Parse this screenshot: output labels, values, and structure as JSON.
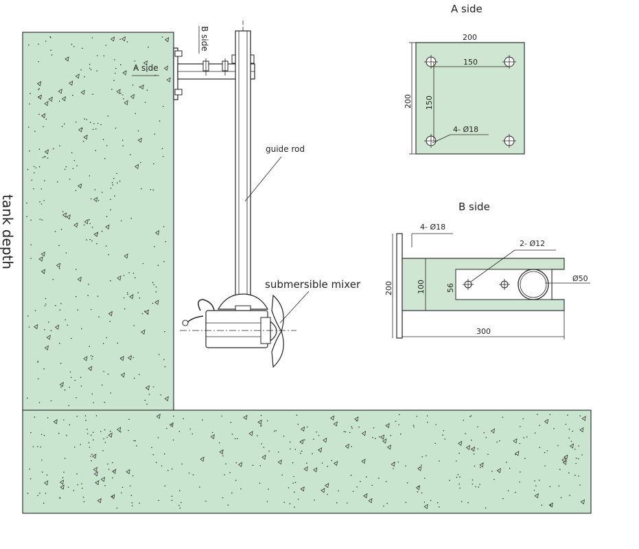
{
  "labels": {
    "a_side_title": "A side",
    "b_side_title": "B side",
    "a_side_tag": "A side",
    "b_side_tag": "B side",
    "guide_rod": "guide rod",
    "submersible_mixer": "submersible mixer",
    "tank_depth": "tank depth"
  },
  "a_side": {
    "dim_width": "200",
    "dim_inner_h": "150",
    "dim_inner_v": "150",
    "dim_height": "200",
    "holes": "4- Ø18"
  },
  "b_side": {
    "holes_big": "4- Ø18",
    "holes_small": "2- Ø12",
    "pipe": "Ø50",
    "dim_height": "200",
    "dim_inner": "100",
    "dim_small": "56",
    "dim_length": "300"
  },
  "colors": {
    "concrete": "#c9e4cf",
    "plate": "#cfe6d3",
    "line": "#222222"
  }
}
